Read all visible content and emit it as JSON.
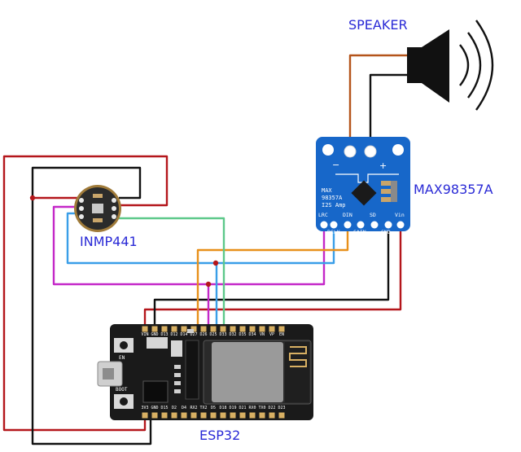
{
  "labels": {
    "speaker": "SPEAKER",
    "amp": "MAX98357A",
    "mic": "INMP441",
    "mcu": "ESP32"
  },
  "amp_board": {
    "title1": "MAX",
    "title2": "98357A",
    "title3": "I2S Amp",
    "pin_lrc": "LRC",
    "pin_din": "DIN",
    "pin_sd": "SD",
    "pin_bclk": "BCLK",
    "pin_gain": "GAIN",
    "pin_gnd": "GND",
    "pin_vin": "Vin",
    "minus": "−",
    "plus": "+"
  },
  "esp_board": {
    "top_pins": [
      "VIN",
      "GND",
      "D13",
      "D12",
      "D14",
      "D27",
      "D26",
      "D25",
      "D33",
      "D32",
      "D35",
      "D34",
      "VN",
      "VP",
      "EN"
    ],
    "bottom_pins": [
      "3V3",
      "GND",
      "D15",
      "D2",
      "D4",
      "RX2",
      "TX2",
      "D5",
      "D18",
      "D19",
      "D21",
      "RX0",
      "TX0",
      "D22",
      "D23"
    ],
    "btn_en": "EN",
    "btn_boot": "BOOT"
  },
  "wire_colors": {
    "red": "#b4161b",
    "black": "#111111",
    "brown": "#b4541a",
    "orange": "#e8901a",
    "magenta": "#c428c8",
    "blue": "#3a9ee8",
    "green": "#5dc88a",
    "board_blue": "#1767c9",
    "board_black": "#1a1a1a"
  }
}
